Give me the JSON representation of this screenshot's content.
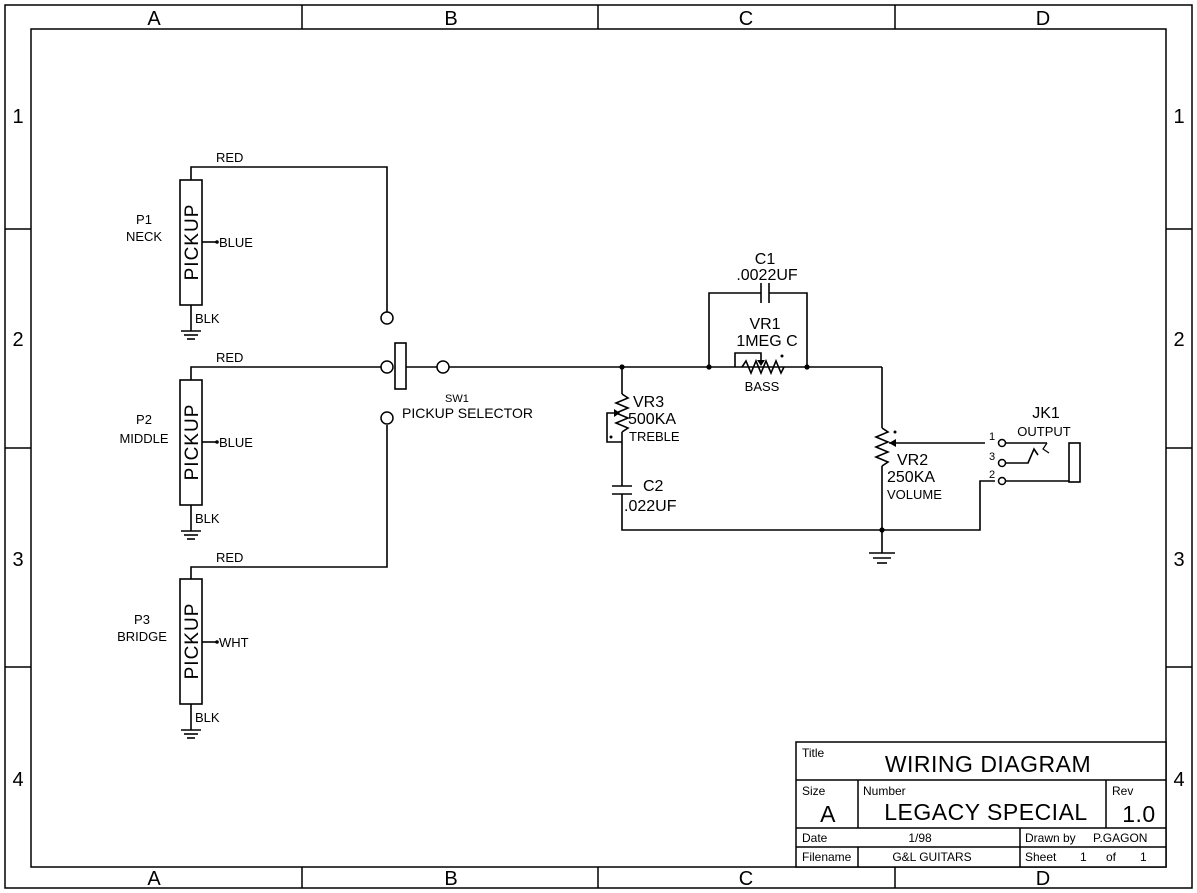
{
  "border": {
    "columns": [
      "A",
      "B",
      "C",
      "D"
    ],
    "rows": [
      "1",
      "2",
      "3",
      "4"
    ]
  },
  "pickups": [
    {
      "id": "P1",
      "position": "NECK",
      "body": "PICKUP",
      "hot": "RED",
      "tap": "BLUE",
      "ground": "BLK"
    },
    {
      "id": "P2",
      "position": "MIDDLE",
      "body": "PICKUP",
      "hot": "RED",
      "tap": "BLUE",
      "ground": "BLK"
    },
    {
      "id": "P3",
      "position": "BRIDGE",
      "body": "PICKUP",
      "hot": "RED",
      "tap": "WHT",
      "ground": "BLK"
    }
  ],
  "switch": {
    "ref": "SW1",
    "name": "PICKUP SELECTOR"
  },
  "components": {
    "c1": {
      "ref": "C1",
      "value": ".0022UF"
    },
    "vr1": {
      "ref": "VR1",
      "value": "1MEG C",
      "name": "BASS"
    },
    "vr3": {
      "ref": "VR3",
      "value": "500KA",
      "name": "TREBLE"
    },
    "c2": {
      "ref": "C2",
      "value": ".022UF"
    },
    "vr2": {
      "ref": "VR2",
      "value": "250KA",
      "name": "VOLUME"
    },
    "jk1": {
      "ref": "JK1",
      "name": "OUTPUT",
      "pin1": "1",
      "pin2": "2",
      "pin3": "3"
    }
  },
  "title_block": {
    "title_label": "Title",
    "title": "WIRING DIAGRAM",
    "size_label": "Size",
    "size": "A",
    "number_label": "Number",
    "number": "LEGACY SPECIAL",
    "rev_label": "Rev",
    "rev": "1.0",
    "date_label": "Date",
    "date": "1/98",
    "drawn_label": "Drawn by",
    "drawn": "P.GAGON",
    "filename_label": "Filename",
    "filename": "G&L GUITARS",
    "sheet_label": "Sheet",
    "sheet": "1",
    "of_label": "of",
    "of": "1"
  }
}
